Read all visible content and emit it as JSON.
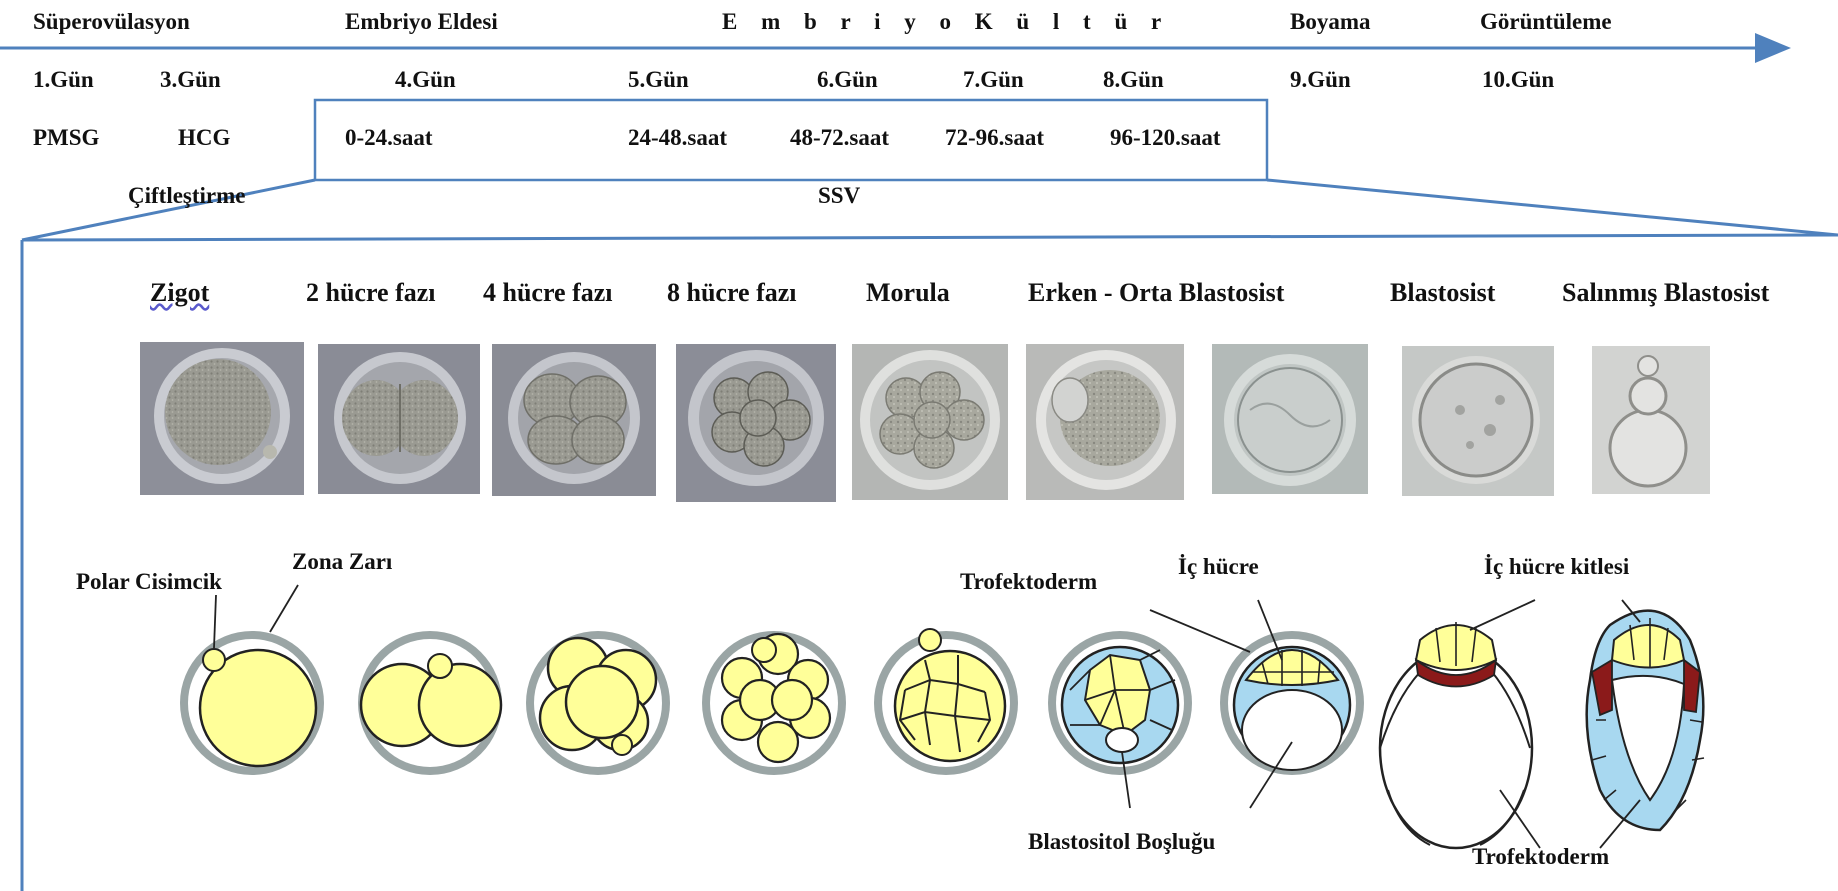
{
  "timeline": {
    "phases": [
      "Süperovülasyon",
      "Embriyo Eldesi",
      "E m b r i y o   K ü l t ü r",
      "Boyama",
      "Görüntüleme"
    ],
    "days": [
      "1.Gün",
      "3.Gün",
      "4.Gün",
      "5.Gün",
      "6.Gün",
      "7.Gün",
      "8.Gün",
      "9.Gün",
      "10.Gün"
    ],
    "hormones": [
      "PMSG",
      "HCG"
    ],
    "hours": [
      "0-24.saat",
      "24-48.saat",
      "48-72.saat",
      "72-96.saat",
      "96-120.saat"
    ],
    "mating": "Çiftleştirme",
    "ssv": "SSV"
  },
  "stages": [
    "Zigot",
    "2 hücre fazı",
    "4 hücre fazı",
    "8 hücre fazı",
    "Morula",
    "Erken - Orta Blastosist",
    "Blastosist",
    "Salınmış Blastosist"
  ],
  "annotations": {
    "polar_body": "Polar Cisimcik",
    "zona": "Zona Zarı",
    "trophectoderm_top": "Trofektoderm",
    "inner_cell": "İç hücre",
    "inner_cell_mass": "İç hücre kitlesi",
    "blastocoel": "Blastositol Boşluğu",
    "trophectoderm_bottom": "Trofektoderm"
  },
  "colors": {
    "arrow": "#4f81bd",
    "cell_yellow": "#ffff99",
    "zona_gray": "#9aa5a5",
    "trophectoderm_blue": "#a8d8f0",
    "inner_mass_red": "#8b1a1a"
  }
}
